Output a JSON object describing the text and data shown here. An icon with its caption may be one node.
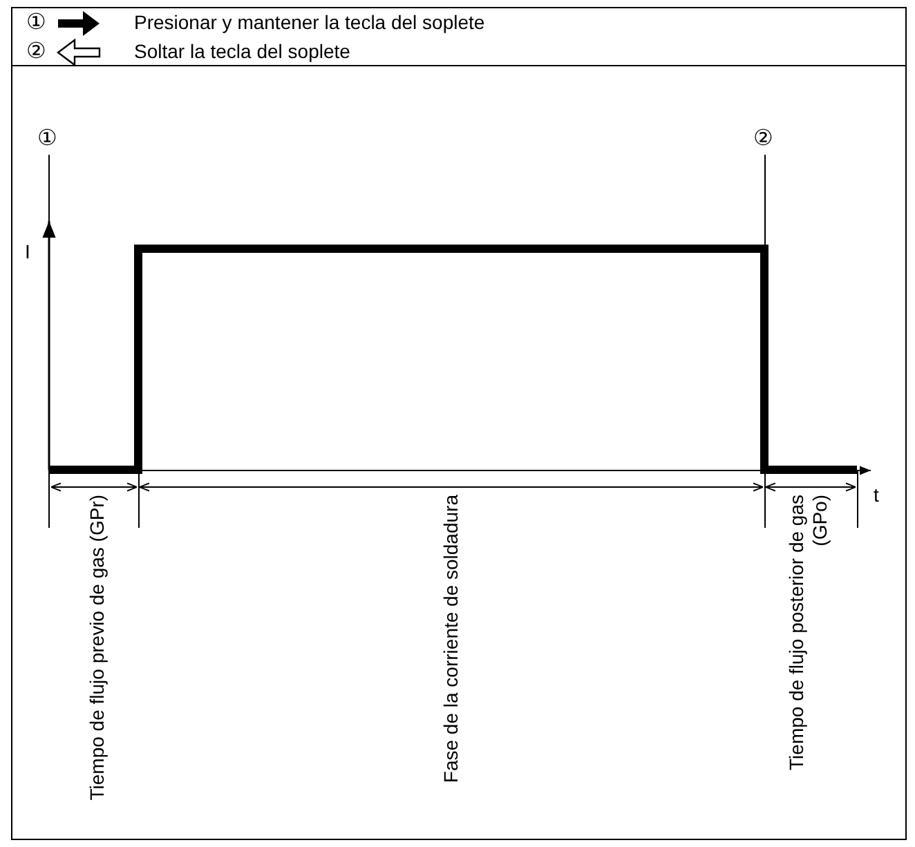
{
  "diagram": {
    "labels": [
      "①",
      "②",
      "①",
      "②",
      "I",
      "t",
      "Tiempo de flujo previo de gas (GPr)",
      "Fase de la corriente de soldadura",
      "Tiempo de flujo posterior de gas (GPo)"
    ],
    "legend": [
      {
        "text": "Presionar y mantener la tecla del soplete"
      },
      {
        "text": "Soltar la tecla del soplete"
      }
    ]
  }
}
